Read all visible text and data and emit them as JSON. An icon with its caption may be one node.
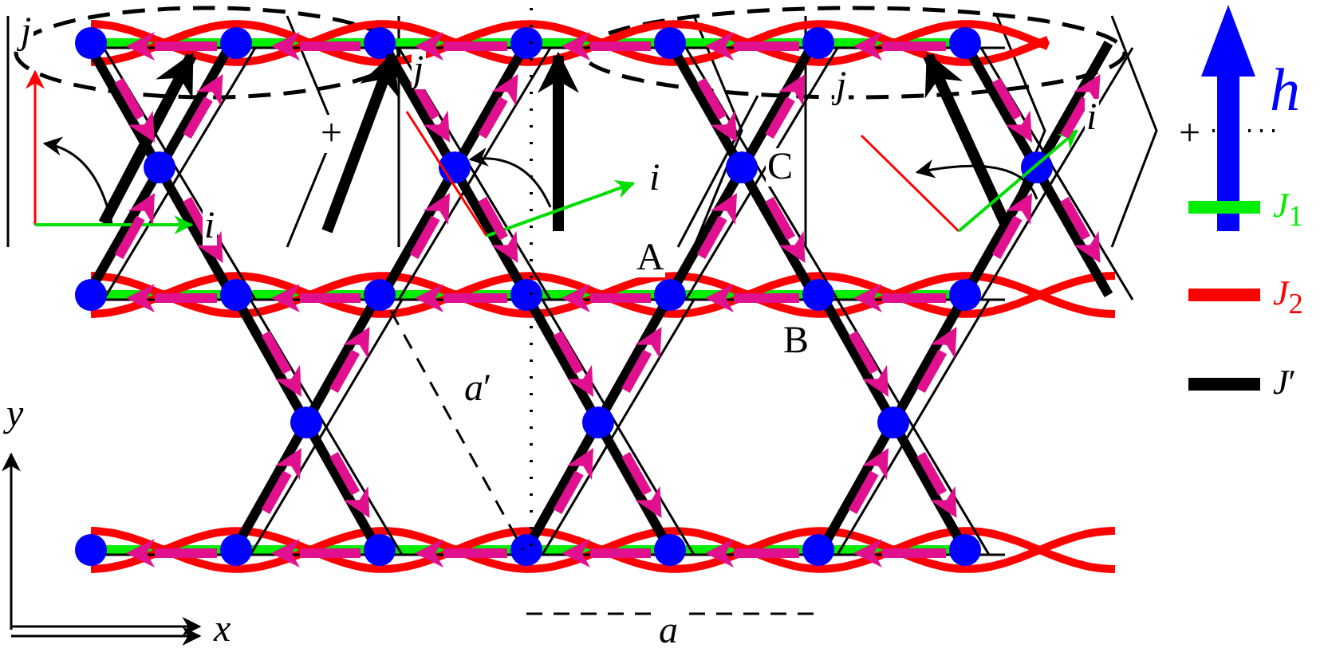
{
  "diagram": {
    "labels": [
      "*j*",
      "*j*",
      "*j*",
      "*h*",
      "*i*",
      "+",
      "+",
      "C",
      "*i*",
      "*i*",
      "A",
      "B",
      "*a*′",
      "*y*",
      "*x*",
      "*a*"
    ],
    "legend": [
      {
        "text": "*J*$_{1}$",
        "color": "#00ee00"
      },
      {
        "text": "*J*$_{2}$",
        "color": "#ff0000"
      },
      {
        "text": "*J*′",
        "color": "#000000"
      }
    ]
  }
}
